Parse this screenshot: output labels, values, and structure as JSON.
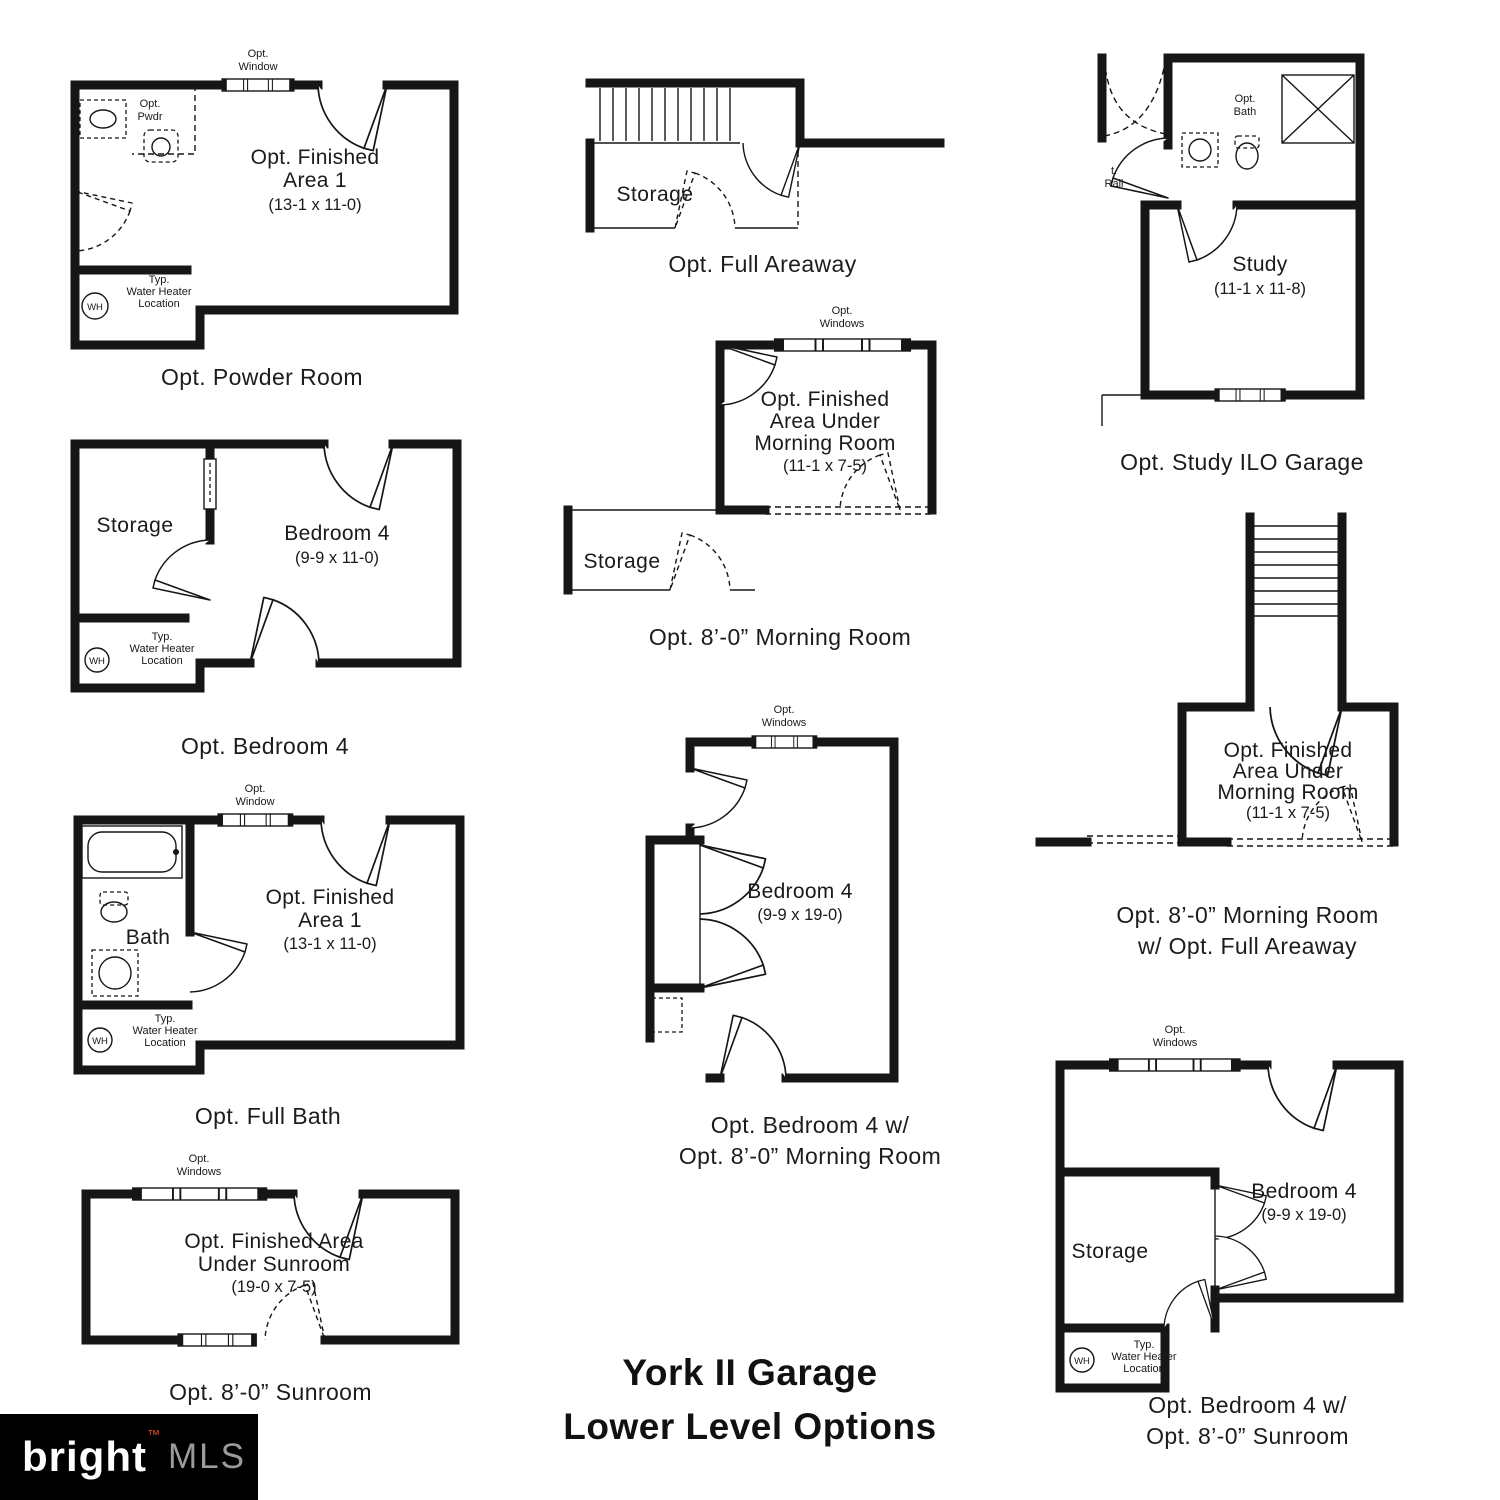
{
  "title": {
    "line1": "York II Garage",
    "line2": "Lower Level Options"
  },
  "logo": {
    "bright": "bright",
    "tm": "™",
    "mls": "MLS"
  },
  "plans": {
    "powder": {
      "caption": "Opt. Powder Room",
      "window_label": [
        "Opt.",
        "Window"
      ],
      "pwdr_label": [
        "Opt.",
        "Pwdr"
      ],
      "room": [
        "Opt. Finished",
        "Area 1",
        "(13-1 x 11-0)"
      ],
      "wh": "WH",
      "water_heater": [
        "Typ.",
        "Water Heater",
        "Location"
      ]
    },
    "areaway": {
      "caption": "Opt. Full Areaway",
      "storage": "Storage"
    },
    "study": {
      "caption": "Opt. Study ILO Garage",
      "bath_label": [
        "Opt.",
        "Bath"
      ],
      "rail_label": [
        "t.",
        "Rail"
      ],
      "room": [
        "Study",
        "(11-1 x 11-8)"
      ]
    },
    "bedroom4": {
      "caption": "Opt. Bedroom 4",
      "storage": "Storage",
      "room": [
        "Bedroom 4",
        "(9-9 x 11-0)"
      ],
      "wh": "WH",
      "water_heater": [
        "Typ.",
        "Water Heater",
        "Location"
      ]
    },
    "morning": {
      "caption": "Opt. 8’-0” Morning Room",
      "windows_label": [
        "Opt.",
        "Windows"
      ],
      "room": [
        "Opt. Finished",
        "Area Under",
        "Morning Room",
        "(11-1 x 7-5)"
      ],
      "storage": "Storage"
    },
    "morning_areaway": {
      "caption": [
        "Opt. 8’-0” Morning Room",
        "w/ Opt. Full Areaway"
      ],
      "room": [
        "Opt. Finished",
        "Area Under",
        "Morning Room",
        "(11-1 x 7-5)"
      ]
    },
    "fullbath": {
      "caption": "Opt. Full Bath",
      "window_label": [
        "Opt.",
        "Window"
      ],
      "bath": "Bath",
      "room": [
        "Opt. Finished",
        "Area 1",
        "(13-1 x 11-0)"
      ],
      "wh": "WH",
      "water_heater": [
        "Typ.",
        "Water Heater",
        "Location"
      ]
    },
    "bedroom4_morning": {
      "caption": [
        "Opt. Bedroom 4 w/",
        "Opt. 8’-0” Morning Room"
      ],
      "windows_label": [
        "Opt.",
        "Windows"
      ],
      "room": [
        "Bedroom 4",
        "(9-9 x 19-0)"
      ]
    },
    "sunroom": {
      "caption": "Opt. 8’-0” Sunroom",
      "windows_label": [
        "Opt.",
        "Windows"
      ],
      "room": [
        "Opt. Finished Area",
        "Under Sunroom",
        "(19-0 x 7-5)"
      ]
    },
    "bedroom4_sunroom": {
      "caption": [
        "Opt. Bedroom 4 w/",
        "Opt. 8’-0” Sunroom"
      ],
      "windows_label": [
        "Opt.",
        "Windows"
      ],
      "room": [
        "Bedroom 4",
        "(9-9 x 19-0)"
      ],
      "storage": "Storage",
      "wh": "WH",
      "water_heater": [
        "Typ.",
        "Water Heater",
        "Location"
      ]
    }
  }
}
